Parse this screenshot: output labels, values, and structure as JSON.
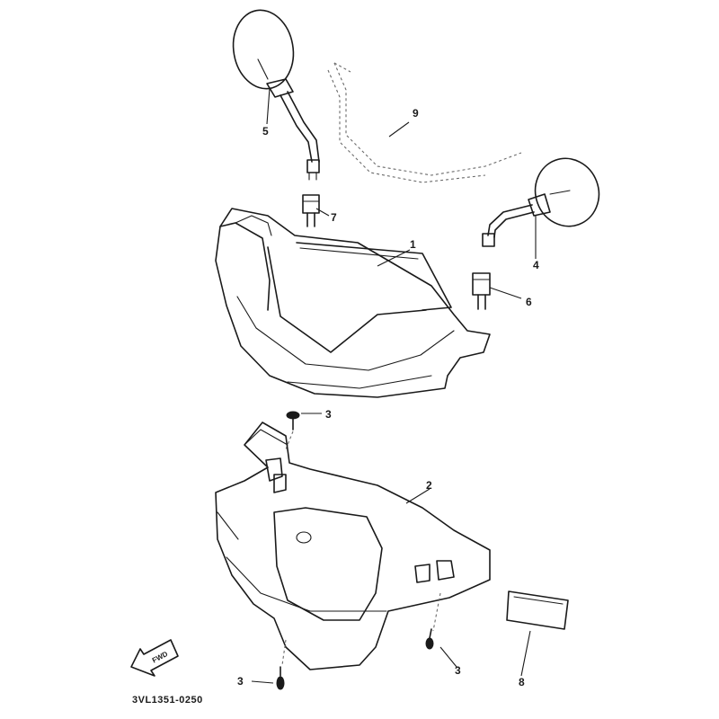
{
  "diagram": {
    "figure_code": "3VL1351-0250",
    "fwd_label": "FWD",
    "callouts": {
      "upper_cover": "1",
      "lower_cover": "2",
      "screw_top": "3",
      "screw_bottom_left": "3",
      "screw_bottom_right": "3",
      "mirror_right": "4",
      "mirror_left": "5",
      "nut_right": "6",
      "nut_left": "7",
      "label_plate": "8",
      "windshield": "9"
    }
  }
}
